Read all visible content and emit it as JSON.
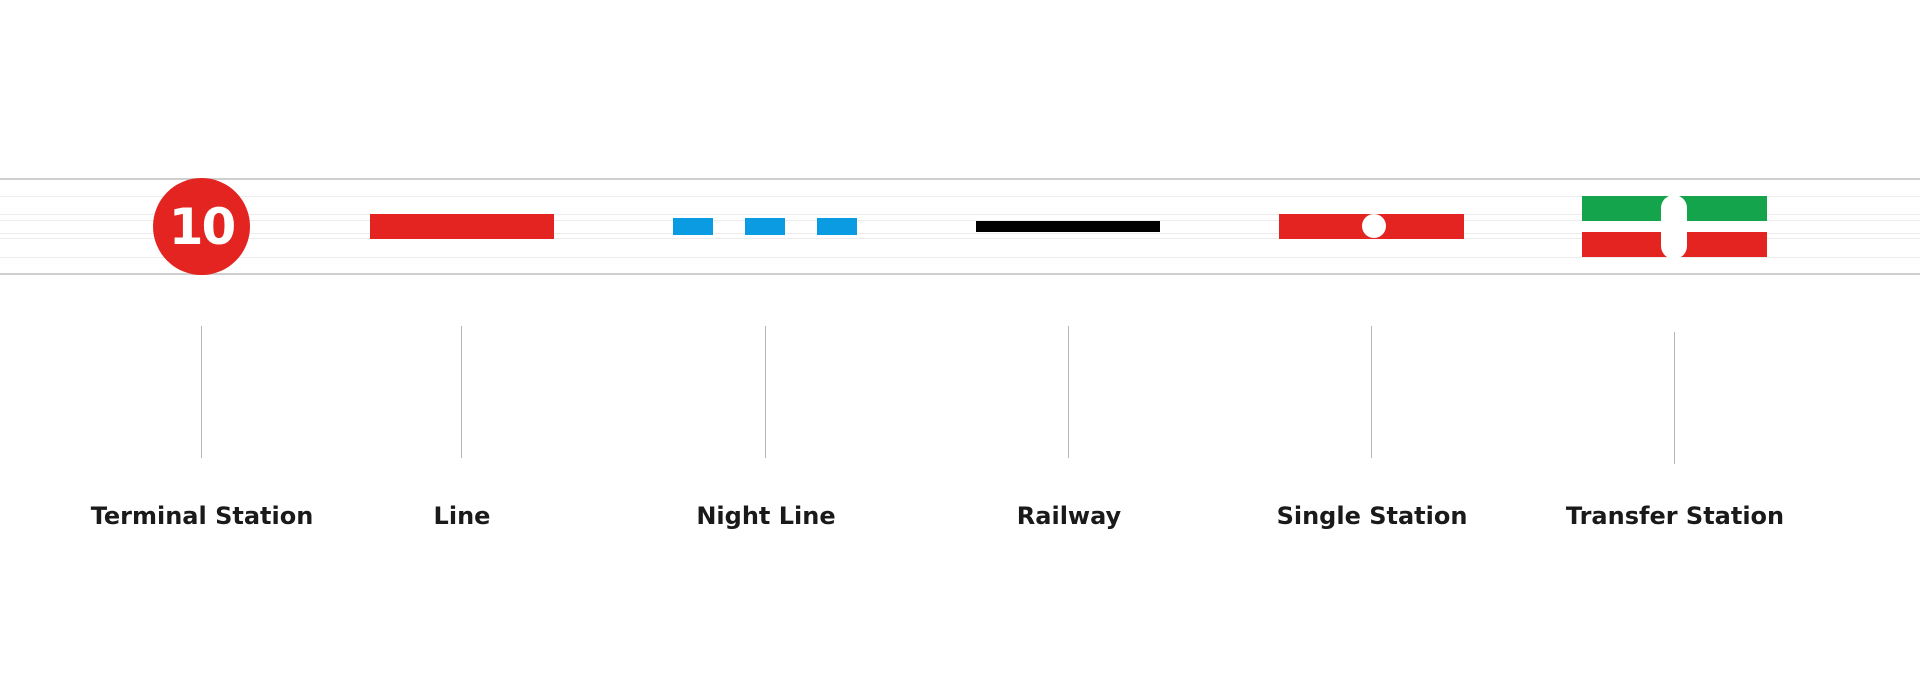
{
  "colors": {
    "red": "#e32420",
    "blue": "#0a9be3",
    "black": "#000000",
    "green": "#14a44b"
  },
  "legend": {
    "terminal_station": {
      "number": "10",
      "label": "Terminal Station"
    },
    "line": {
      "label": "Line"
    },
    "night_line": {
      "label": "Night Line"
    },
    "railway": {
      "label": "Railway"
    },
    "single_station": {
      "label": "Single Station"
    },
    "transfer_station": {
      "label": "Transfer Station"
    }
  }
}
